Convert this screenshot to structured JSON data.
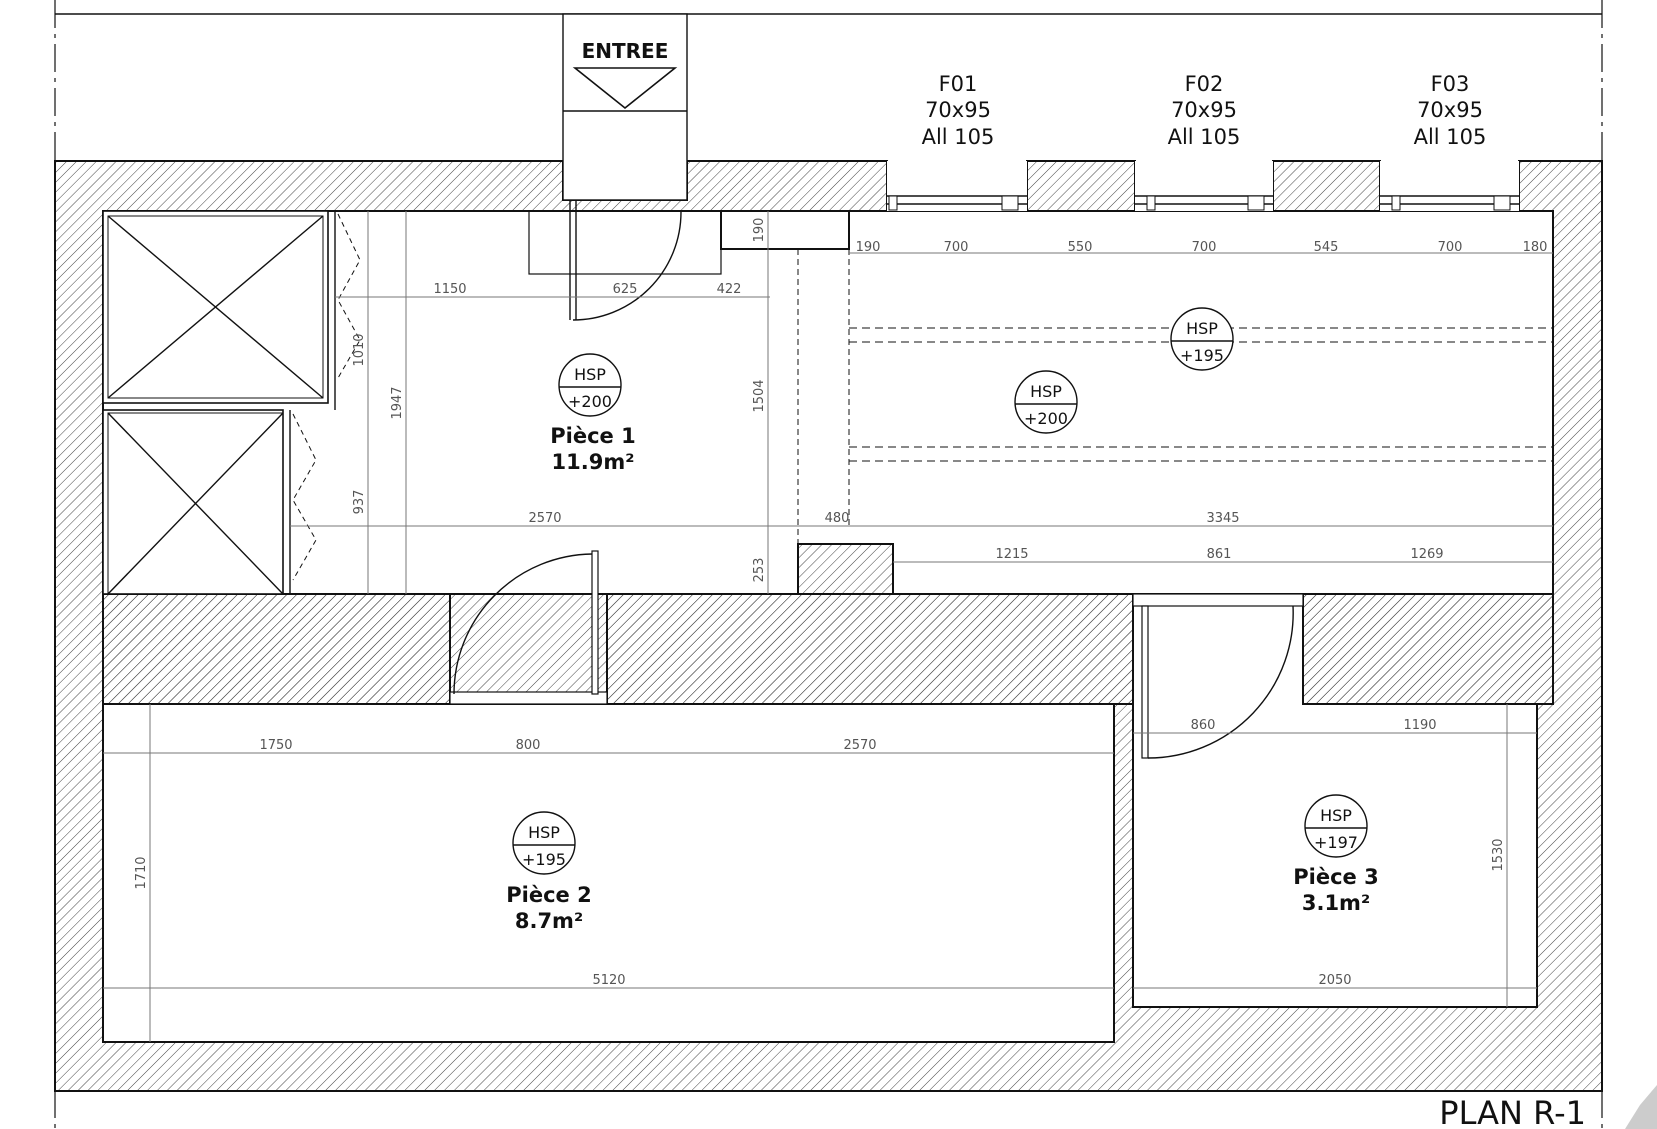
{
  "entrance": {
    "label": "ENTREE"
  },
  "windows": [
    {
      "id": "F01",
      "size": "70x95",
      "sill": "All 105"
    },
    {
      "id": "F02",
      "size": "70x95",
      "sill": "All 105"
    },
    {
      "id": "F03",
      "size": "70x95",
      "sill": "All 105"
    }
  ],
  "rooms": [
    {
      "name": "Pièce 1",
      "area": "11.9m²",
      "hsp_label": "HSP",
      "hsp_value": "+200"
    },
    {
      "name": "Pièce 2",
      "area": "8.7m²",
      "hsp_label": "HSP",
      "hsp_value": "+195"
    },
    {
      "name": "Pièce 3",
      "area": "3.1m²",
      "hsp_label": "HSP",
      "hsp_value": "+197"
    }
  ],
  "extra_hsp": [
    {
      "label": "HSP",
      "value": "+195"
    },
    {
      "label": "HSP",
      "value": "+200"
    }
  ],
  "dimensions": {
    "top_row": [
      "190",
      "700",
      "550",
      "700",
      "545",
      "700",
      "180"
    ],
    "entry_row": [
      "1150",
      "625",
      "422"
    ],
    "room1_vertical": [
      "190",
      "1504",
      "253"
    ],
    "left_vertical": [
      "1010",
      "937",
      "1947"
    ],
    "mid_row": [
      "2570",
      "480",
      "3345"
    ],
    "lower_row": [
      "1215",
      "861",
      "1269"
    ],
    "room3_top": [
      "860",
      "1190"
    ],
    "room2_top": [
      "1750",
      "800",
      "2570"
    ],
    "room2_bottom": "5120",
    "room2_height": "1710",
    "room3_bottom": "2050",
    "room3_height": "1530"
  },
  "plan_title": "PLAN R-1"
}
